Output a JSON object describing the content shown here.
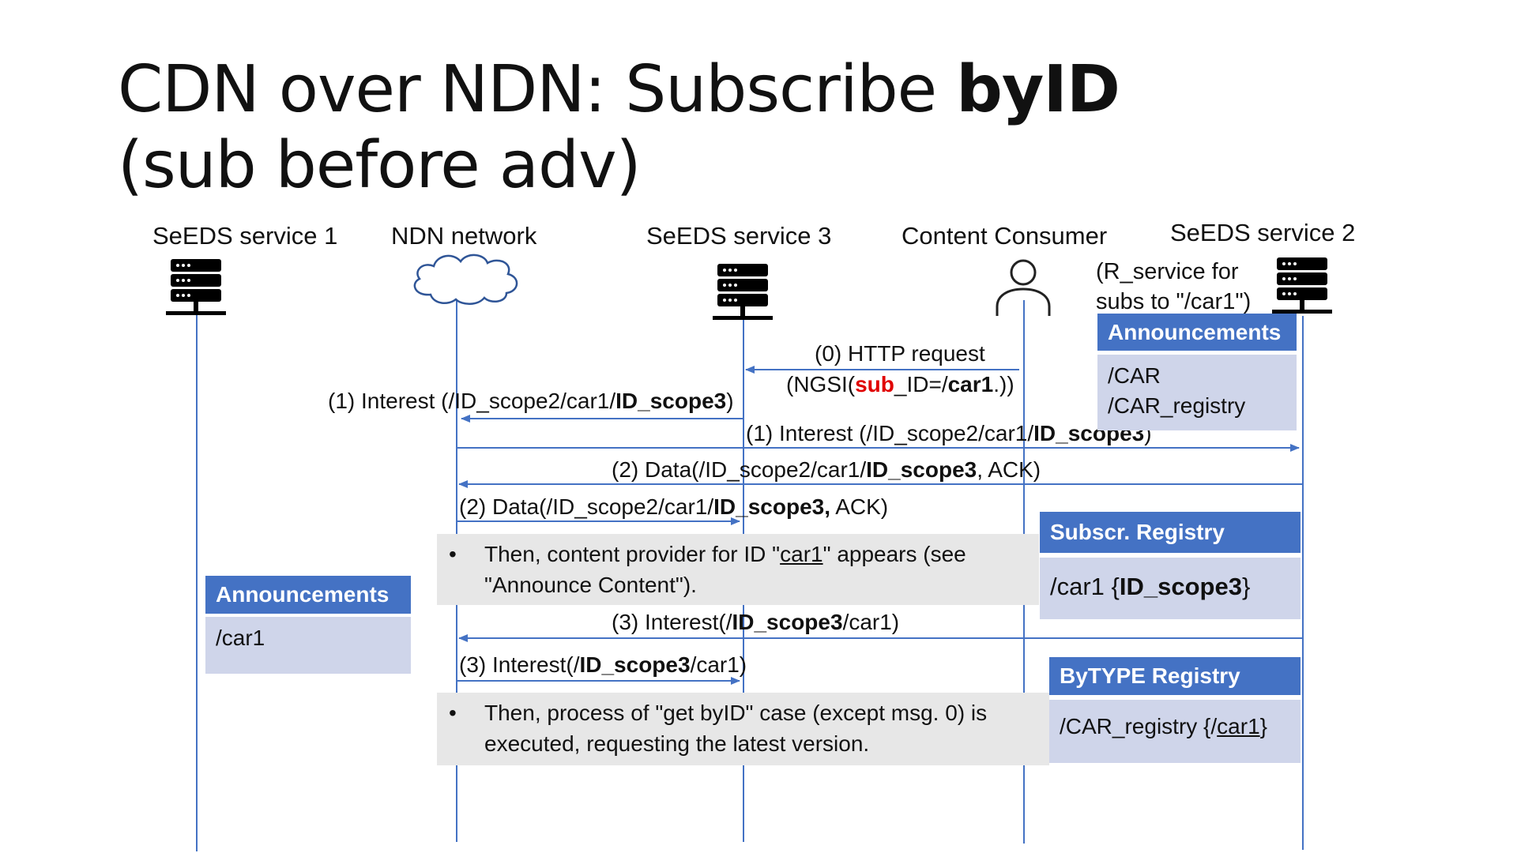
{
  "title": {
    "line1_plain": "CDN over NDN: Subscribe ",
    "line1_bold": "byID",
    "line2": "(sub before adv)"
  },
  "entities": {
    "seeds1": "SeEDS service 1",
    "ndn": "NDN network",
    "seeds3": "SeEDS service 3",
    "consumer": "Content Consumer",
    "seeds2": "SeEDS service 2",
    "seeds2_note_line1": "(R_service for",
    "seeds2_note_line2": "subs to \"/car1\")"
  },
  "icons": {
    "seeds1": "server-icon",
    "ndn": "cloud-icon",
    "seeds3": "server-icon",
    "consumer": "person-icon",
    "seeds2": "server-icon"
  },
  "messages": {
    "m0_line1": "(0) HTTP request",
    "m0_line2_a": "(NGSI(",
    "m0_line2_red": "sub",
    "m0_line2_b": "_ID=/",
    "m0_line2_bold": "car1",
    "m0_line2_c": ".))",
    "m1a_plain": "(1) Interest (/ID_scope2/car1/",
    "m1a_bold": "ID_scope3",
    "m1a_end": ")",
    "m1b_plain": "(1) Interest (/ID_scope2/car1/",
    "m1b_bold": "ID_scope3",
    "m1b_end": ")",
    "m2a_plain": "(2) Data(/ID_scope2/car1/",
    "m2a_bold": "ID_scope3",
    "m2a_end": ", ACK)",
    "m2b_plain": "(2) Data(/ID_scope2/car1/",
    "m2b_bold": "ID_scope3,",
    "m2b_end": " ACK)",
    "m3a_plain": "(3) Interest(/",
    "m3a_bold": "ID_scope3",
    "m3a_end": "/car1)",
    "m3b_plain": "(3) Interest(/",
    "m3b_bold": "ID_scope3",
    "m3b_end": "/car1)"
  },
  "notes": {
    "bullet": "•",
    "note1_a": "Then, content provider for ID \"",
    "note1_u": "car1",
    "note1_b": "\" appears (see \"Announce Content\").",
    "note2": "Then, process of \"get byID\" case (except msg. 0) is executed, requesting the latest version."
  },
  "boxes": {
    "ann2_header": "Announcements",
    "ann2_line1": "/CAR",
    "ann2_line2": "/CAR_registry",
    "subscr_header": "Subscr. Registry",
    "subscr_body_a": "/car1 {",
    "subscr_body_bold": "ID_scope3",
    "subscr_body_b": "}",
    "ann1_header": "Announcements",
    "ann1_line1": "/car1",
    "bytype_header": "ByTYPE Registry",
    "bytype_body_a": "/CAR_registry {/",
    "bytype_body_u": "car1",
    "bytype_body_b": "}"
  },
  "colors": {
    "accent": "#4472C4",
    "box_body": "#CFD5EA",
    "note_bg": "#E7E7E7",
    "highlight": "#E00000"
  }
}
